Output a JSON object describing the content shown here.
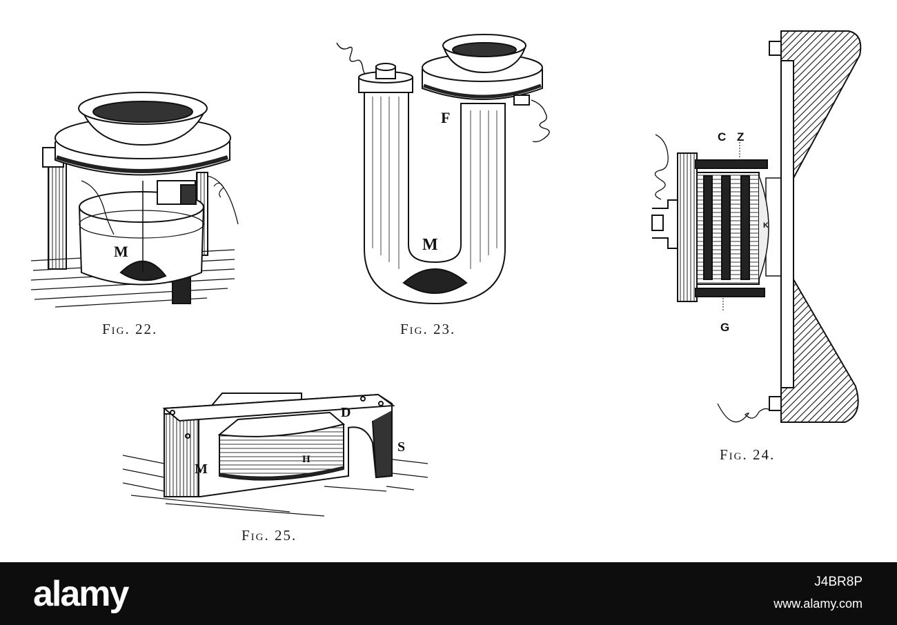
{
  "figures": [
    {
      "id": "fig22",
      "caption": "Fig. 22.",
      "labels": [
        "M"
      ]
    },
    {
      "id": "fig23",
      "caption": "Fig. 23.",
      "labels": [
        "F",
        "M"
      ]
    },
    {
      "id": "fig24",
      "caption": "Fig. 24.",
      "labels": [
        "C",
        "Z",
        "K",
        "G"
      ]
    },
    {
      "id": "fig25",
      "caption": "Fig. 25.",
      "labels": [
        "D",
        "H",
        "M",
        "S"
      ]
    }
  ],
  "watermark": {
    "logo": "alamy",
    "image_id": "J4BR8P",
    "url": "www.alamy.com"
  },
  "colors": {
    "ink": "#111111",
    "paper": "#ffffff",
    "bar": "#0d0d0d"
  }
}
